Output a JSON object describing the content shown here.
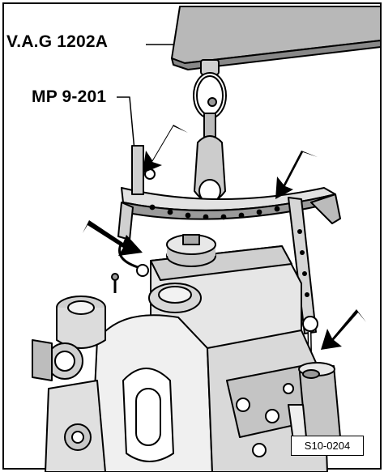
{
  "labels": {
    "tool_vag": "V.A.G 1202A",
    "tool_mp": "MP 9-201"
  },
  "figure_id": "S10-0204",
  "colors": {
    "line": "#000000",
    "background": "#ffffff",
    "shade_light": "#dcdcdc",
    "shade_mid": "#b5b5b5",
    "shade_dark": "#8c8c8c"
  },
  "arrows": [
    "arrow-icon",
    "arrow-icon",
    "arrow-icon",
    "arrow-icon"
  ]
}
